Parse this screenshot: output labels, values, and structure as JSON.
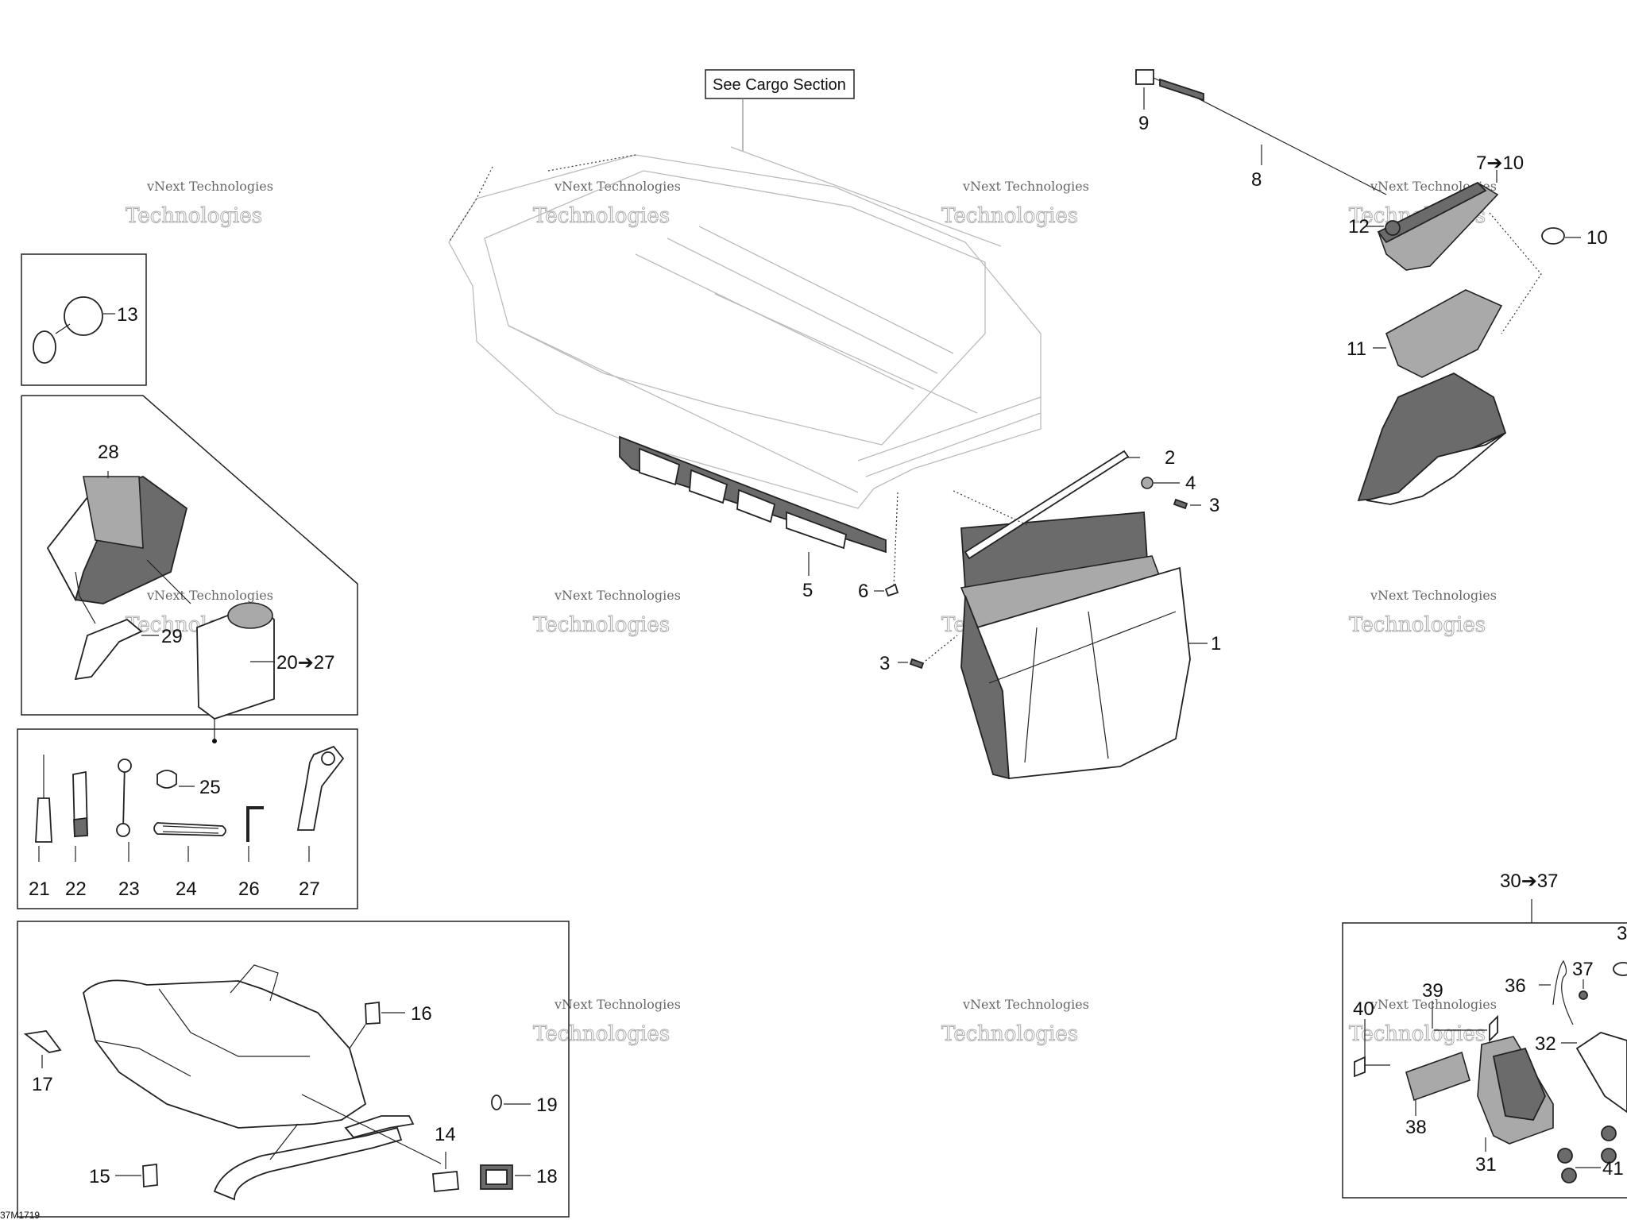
{
  "callout_box": "See Cargo Section",
  "watermark": {
    "line1": "vNext Technologies",
    "line2": "Technologies"
  },
  "diagram_code": "37M1719",
  "labels": {
    "p1": "1",
    "p2": "2",
    "p3a": "3",
    "p3b": "3",
    "p4": "4",
    "p5": "5",
    "p6": "6",
    "p7_10": "7➔10",
    "p8": "8",
    "p9": "9",
    "p10": "10",
    "p11": "11",
    "p12": "12",
    "p13": "13",
    "p14": "14",
    "p15": "15",
    "p16": "16",
    "p17": "17",
    "p18": "18",
    "p19": "19",
    "p20_27": "20➔27",
    "p21": "21",
    "p22": "22",
    "p23": "23",
    "p24": "24",
    "p25": "25",
    "p26": "26",
    "p27": "27",
    "p28": "28",
    "p29": "29",
    "p30_37": "30➔37",
    "p31": "31",
    "p32": "32",
    "p36": "36",
    "p37": "37",
    "p38": "38",
    "p39": "39",
    "p40": "40",
    "p41": "41"
  }
}
